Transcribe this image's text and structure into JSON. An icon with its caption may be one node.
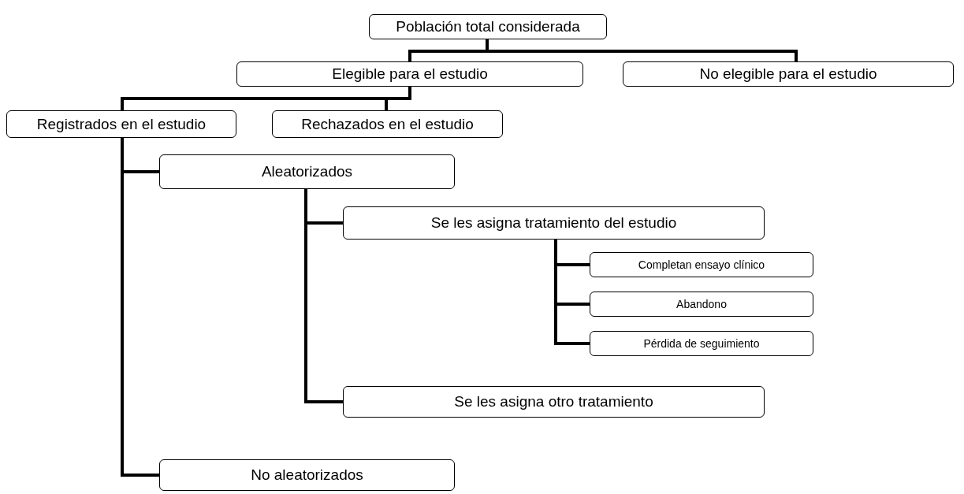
{
  "diagram": {
    "nodes": [
      {
        "text": [
          "Población total considerada"
        ]
      },
      {
        "text": [
          "Elegible para el estudio"
        ]
      },
      {
        "text": [
          "No elegible para el estudio"
        ]
      },
      {
        "text": [
          "Registrados en el estudio"
        ]
      },
      {
        "text": [
          "Rechazados en el estudio"
        ]
      },
      {
        "text": [
          "Aleatorizados"
        ]
      },
      {
        "text": [
          "Se les asigna tratamiento del estudio"
        ]
      },
      {
        "text": [
          "Completan ensayo clínico"
        ]
      },
      {
        "text": [
          "Abandono"
        ]
      },
      {
        "text": [
          "Pérdida de seguimiento"
        ]
      },
      {
        "text": [
          "Se les asigna otro tratamiento"
        ]
      },
      {
        "text": [
          "No aleatorizados"
        ]
      }
    ],
    "edges": [
      {
        "from": 0,
        "to": 1,
        "arrow": "none"
      },
      {
        "from": 0,
        "to": 2,
        "arrow": "none"
      },
      {
        "from": 1,
        "to": 3,
        "arrow": "none"
      },
      {
        "from": 1,
        "to": 4,
        "arrow": "none"
      },
      {
        "from": 3,
        "to": 5,
        "arrow": "none"
      },
      {
        "from": 3,
        "to": 11,
        "arrow": "none"
      },
      {
        "from": 5,
        "to": 6,
        "arrow": "none"
      },
      {
        "from": 5,
        "to": 10,
        "arrow": "none"
      },
      {
        "from": 6,
        "to": 7,
        "arrow": "none"
      },
      {
        "from": 6,
        "to": 8,
        "arrow": "none"
      },
      {
        "from": 6,
        "to": 9,
        "arrow": "none"
      }
    ]
  }
}
